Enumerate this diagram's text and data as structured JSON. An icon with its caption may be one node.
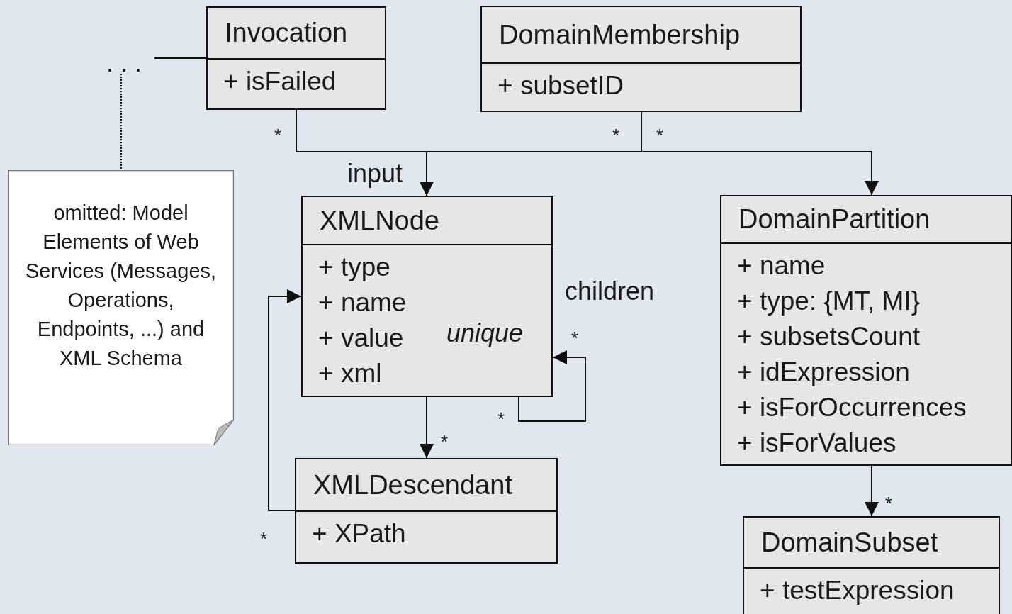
{
  "diagram": {
    "nodes": [
      {
        "text": [
          "Invocation",
          "+ isFailed"
        ]
      },
      {
        "text": [
          "DomainMembership",
          "+ subsetID"
        ]
      },
      {
        "text": [
          ". . ."
        ]
      },
      {
        "text": [
          "omitted: Model Elements of Web Services (Messages, Operations, Endpoints, ...) and XML Schema"
        ]
      },
      {
        "text": [
          "XMLNode",
          "+ type",
          "+ name",
          "+ value",
          "+ xml",
          "unique"
        ]
      },
      {
        "text": [
          "XMLDescendant",
          "+ XPath"
        ]
      },
      {
        "text": [
          "DomainPartition",
          "+ name",
          "+ type: {MT, MI}",
          "+ subsetsCount",
          "+ idExpression",
          "+ isForOccurrences",
          "+ isForValues"
        ]
      },
      {
        "text": [
          "DomainSubset",
          "+ testExpression"
        ]
      }
    ],
    "edges": [
      {
        "from": 2,
        "to": 0,
        "arrow": "none"
      },
      {
        "from": 2,
        "to": 3,
        "arrow": "none",
        "style": "dashed"
      },
      {
        "from": 0,
        "to": 4,
        "arrow": "to",
        "label": "input"
      },
      {
        "from": 1,
        "to": 4,
        "arrow": "to"
      },
      {
        "from": 1,
        "to": 6,
        "arrow": "to"
      },
      {
        "from": 4,
        "to": 5,
        "arrow": "to"
      },
      {
        "from": 4,
        "to": 4,
        "arrow": "to",
        "label": "children"
      },
      {
        "from": 5,
        "to": 4,
        "arrow": "to"
      },
      {
        "from": 6,
        "to": 7,
        "arrow": "to"
      }
    ],
    "labels": [
      "*",
      "*",
      "*",
      "*",
      "*",
      "*",
      "*",
      "*"
    ]
  }
}
